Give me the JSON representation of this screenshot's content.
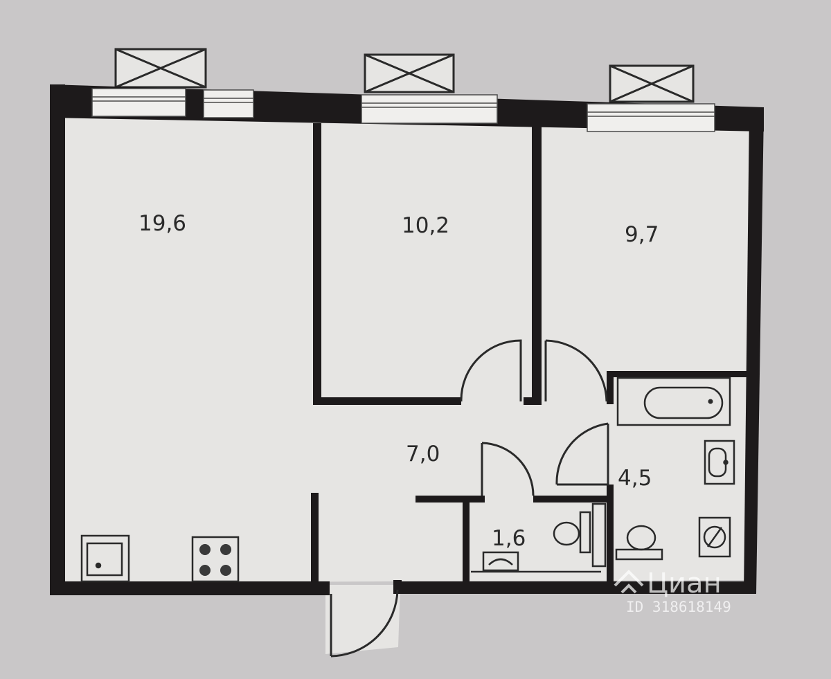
{
  "rooms": {
    "living_kitchen": "19,6",
    "bedroom_middle": "10,2",
    "bedroom_right": "9,7",
    "hallway": "7,0",
    "toilet": "1,6",
    "bathroom": "4,5"
  },
  "watermark": {
    "brand": "Циан",
    "id": "ID 318618149"
  },
  "colors": {
    "background": "#c9c7c8",
    "floor": "#e6e5e3",
    "wall": "#1d1a1b"
  }
}
